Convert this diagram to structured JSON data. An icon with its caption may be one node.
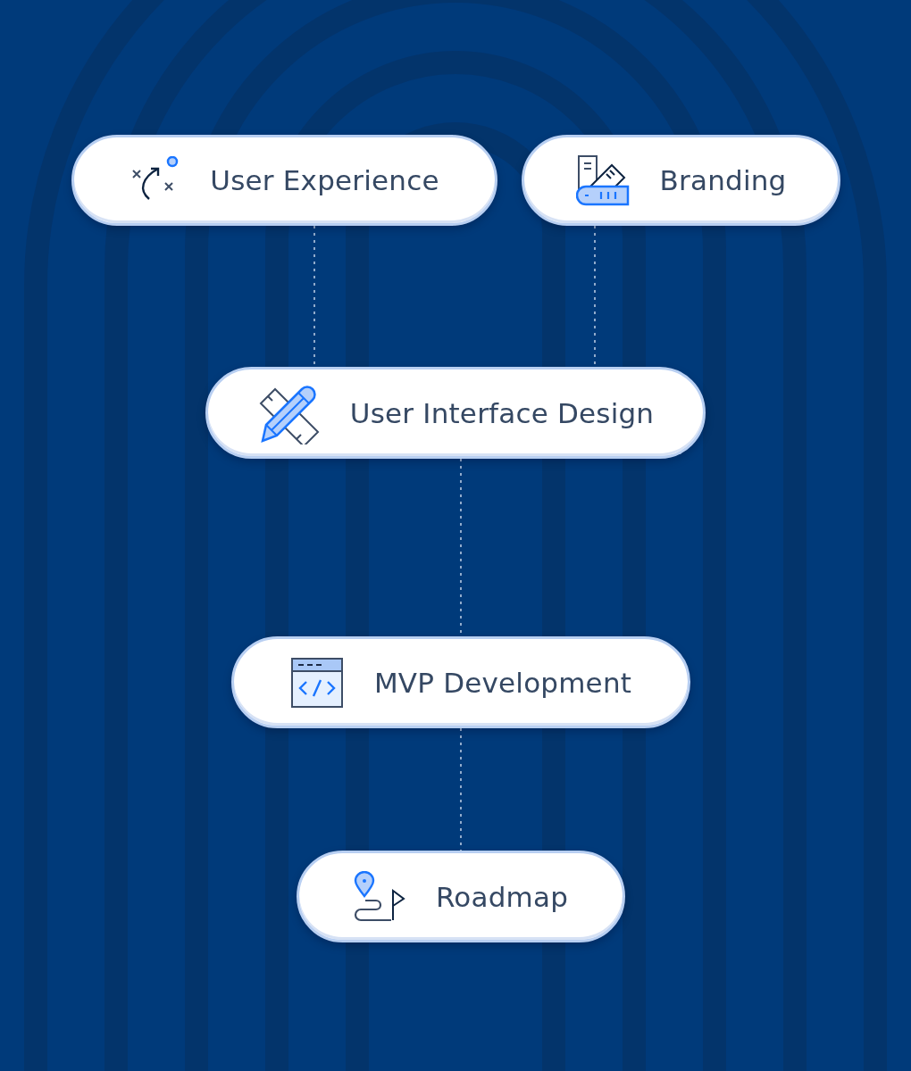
{
  "diagram": {
    "nodes": [
      {
        "text": [
          "User Experience"
        ]
      },
      {
        "text": [
          "Branding"
        ]
      },
      {
        "text": [
          "User Interface Design"
        ]
      },
      {
        "text": [
          "MVP Development"
        ]
      },
      {
        "text": [
          "Roadmap"
        ]
      }
    ],
    "edges": [
      {
        "from": 0,
        "to": 2,
        "arrow": "none",
        "style": "dashed"
      },
      {
        "from": 1,
        "to": 2,
        "arrow": "none",
        "style": "dashed"
      },
      {
        "from": 2,
        "to": 3,
        "arrow": "none",
        "style": "dashed"
      },
      {
        "from": 3,
        "to": 4,
        "arrow": "none",
        "style": "dashed"
      }
    ]
  }
}
